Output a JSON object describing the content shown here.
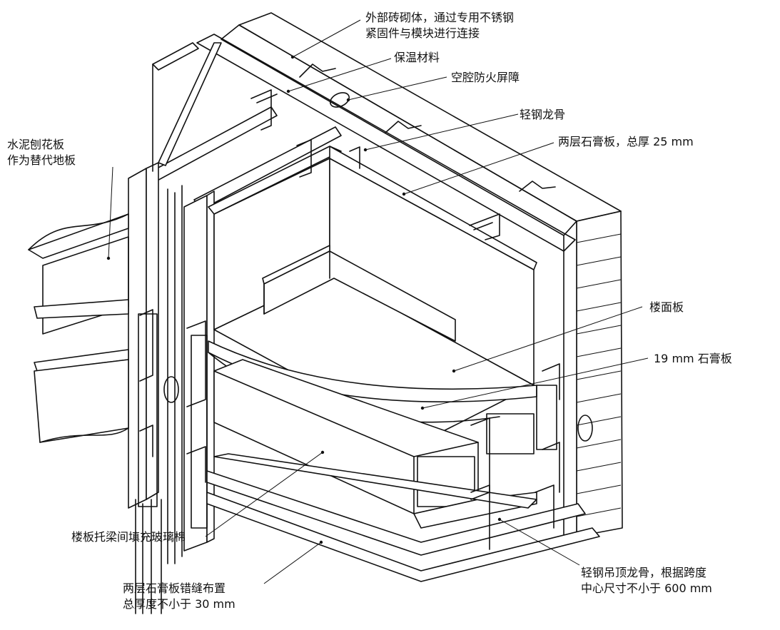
{
  "labels": {
    "masonry": [
      "外部砖砌体，通过专用不锈钢",
      "紧固件与模块进行连接"
    ],
    "insulation": "保温材料",
    "cavity_barrier": "空腔防火屏障",
    "light_steel_stud": "轻钢龙骨",
    "plasterboard_25": "两层石膏板，总厚 25 mm",
    "cement_board": [
      "水泥刨花板",
      "作为替代地板"
    ],
    "floor_panel": "楼面板",
    "plasterboard_19": "19 mm 石膏板",
    "glass_wool": "楼板托梁间填充玻璃棉",
    "plasterboard_30": [
      "两层石膏板错缝布置",
      "总厚度不小于 30 mm"
    ],
    "ceiling_joist": [
      "轻钢吊顶龙骨，根据跨度",
      "中心尺寸不小于 600 mm"
    ]
  }
}
